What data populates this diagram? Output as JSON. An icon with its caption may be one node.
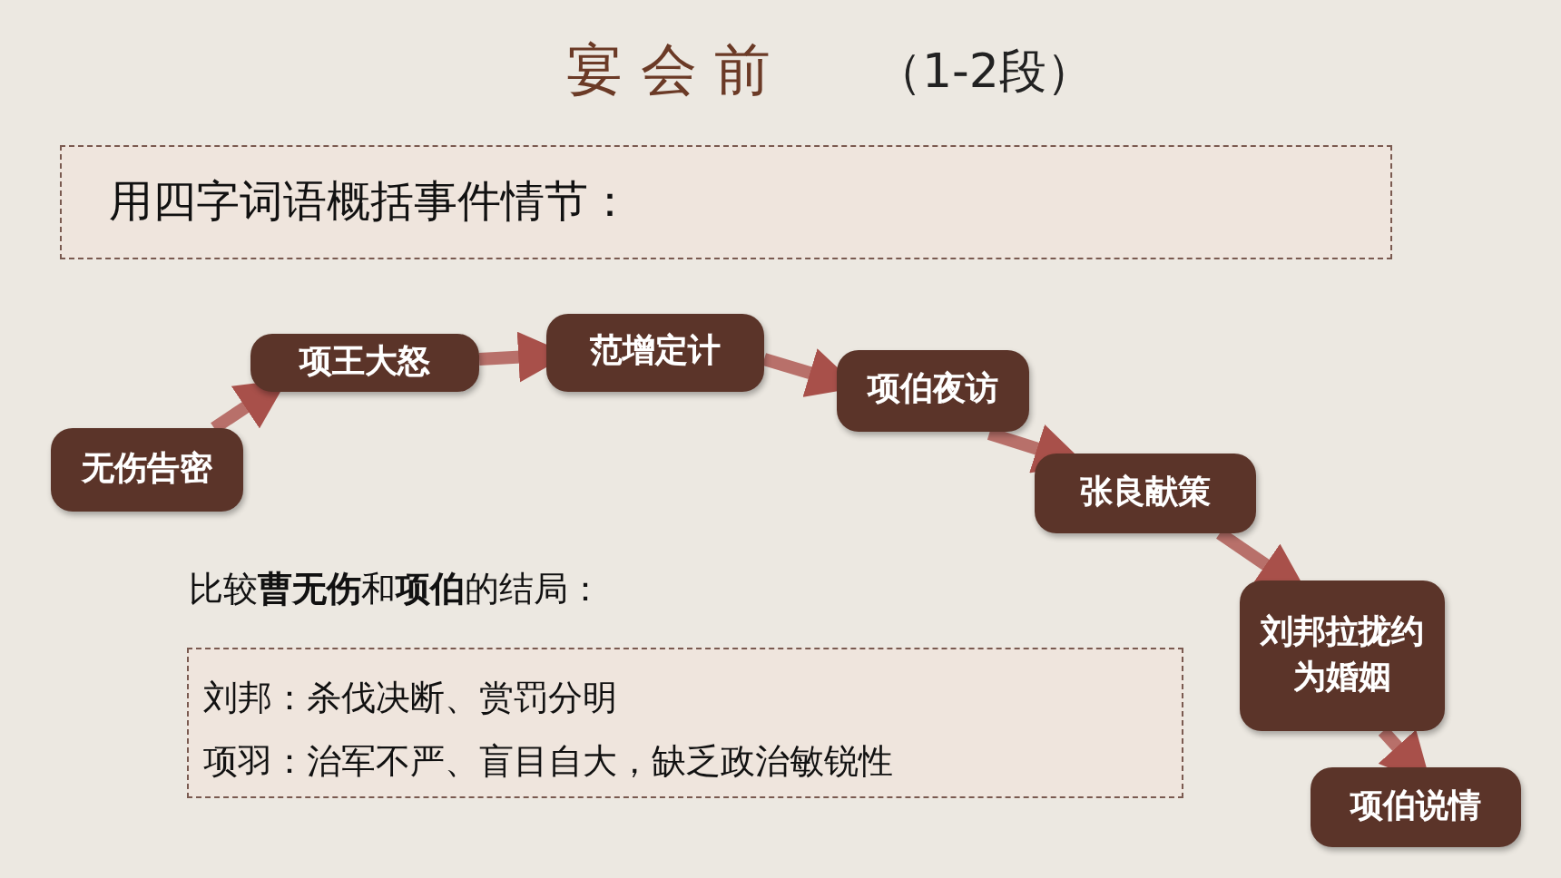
{
  "diagram": {
    "title": "宴 会 前",
    "nodes": [
      {
        "text": [
          "用四字词语概括事件情节："
        ]
      },
      {
        "text": [
          "无伤告密"
        ]
      },
      {
        "text": [
          "项王大怒"
        ]
      },
      {
        "text": [
          "范增定计"
        ]
      },
      {
        "text": [
          "项伯夜访"
        ]
      },
      {
        "text": [
          "张良献策"
        ]
      },
      {
        "text": [
          "刘邦拉拢约为婚姻"
        ]
      },
      {
        "text": [
          "项伯说情"
        ]
      },
      {
        "text": [
          "刘邦：杀伐决断、赏罚分明",
          "项羽：治军不严、盲目自大，缺乏政治敏锐性"
        ]
      }
    ],
    "edges": [
      {
        "from": 1,
        "to": 2,
        "arrow": "to"
      },
      {
        "from": 2,
        "to": 3,
        "arrow": "to"
      },
      {
        "from": 3,
        "to": 4,
        "arrow": "to"
      },
      {
        "from": 4,
        "to": 5,
        "arrow": "to"
      },
      {
        "from": 5,
        "to": 6,
        "arrow": "to"
      },
      {
        "from": 6,
        "to": 7,
        "arrow": "to"
      }
    ],
    "labels": [
      "（1-2段）",
      "比较**曹无伤**和**项伯**的结局："
    ]
  }
}
